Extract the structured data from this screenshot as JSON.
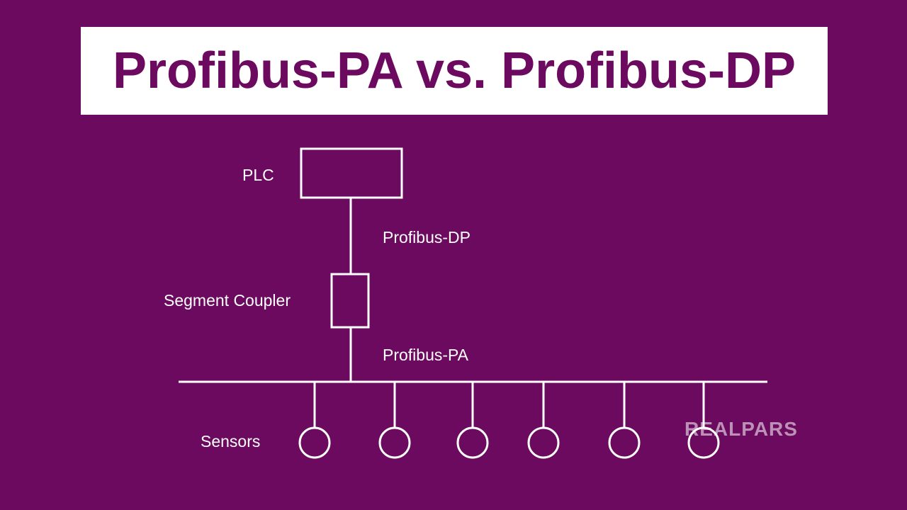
{
  "title": "Profibus-PA vs. Profibus-DP",
  "labels": {
    "plc": "PLC",
    "profibus_dp": "Profibus-DP",
    "segment_coupler": "Segment Coupler",
    "profibus_pa": "Profibus-PA",
    "sensors": "Sensors"
  },
  "watermark": "REALPARS",
  "colors": {
    "background": "#6b0a5f",
    "banner": "#ffffff",
    "title_text": "#6b0a5f",
    "lines": "#ffffff"
  },
  "sensor_count": 6
}
